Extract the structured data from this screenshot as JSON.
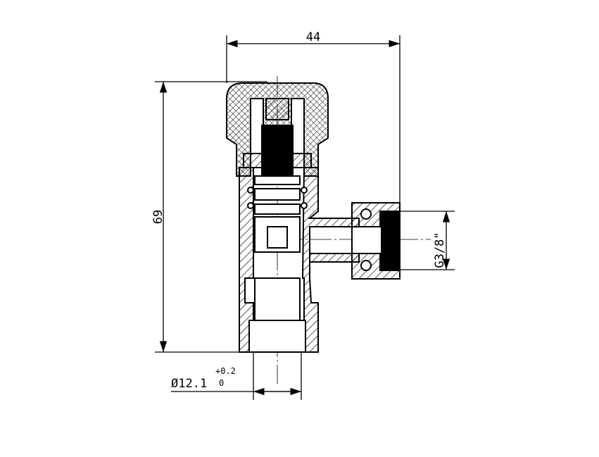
{
  "drawing": {
    "width_label": "44",
    "height_label": "69",
    "thread_label": "G3/8\"",
    "bore_label": "Ø12.1",
    "tolerance_upper": "+0.2",
    "tolerance_lower": "0"
  }
}
